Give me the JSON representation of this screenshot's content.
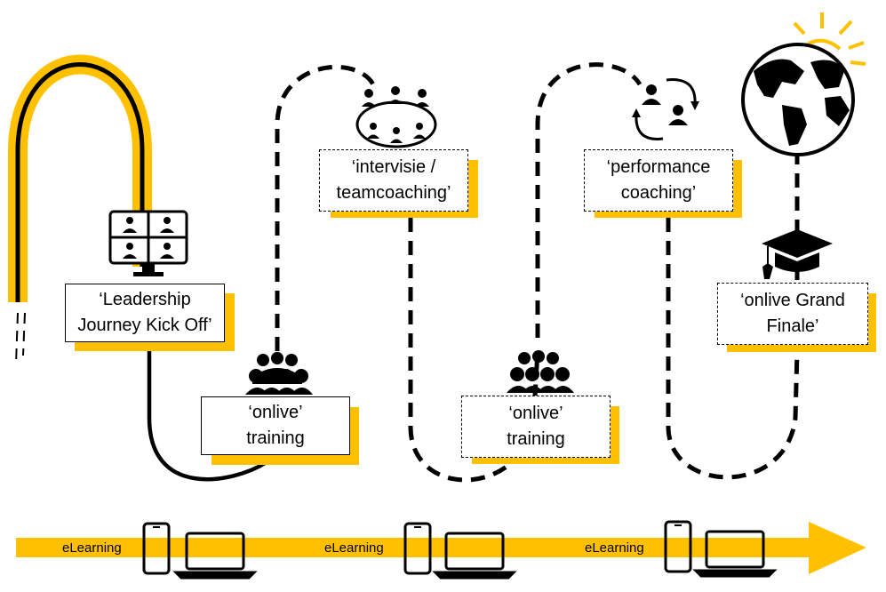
{
  "colors": {
    "accent": "#FFC000",
    "line": "#000000",
    "background": "#ffffff"
  },
  "stages": [
    {
      "id": "kickoff",
      "label": "‘Leadership\nJourney Kick Off’",
      "icon": "video-call-grid-icon",
      "border": "solid"
    },
    {
      "id": "training1",
      "label": "‘onlive’\ntraining",
      "icon": "group-people-icon",
      "border": "solid"
    },
    {
      "id": "intervisie",
      "label": "‘intervisie /\nteamcoaching’",
      "icon": "team-circle-icon",
      "border": "dashed"
    },
    {
      "id": "training2",
      "label": "‘onlive’\ntraining",
      "icon": "group-people-icon",
      "border": "dashed"
    },
    {
      "id": "performance",
      "label": "‘performance\ncoaching’",
      "icon": "coaching-exchange-icon",
      "border": "dashed"
    },
    {
      "id": "finale",
      "label": "‘onlive Grand\nFinale’",
      "icon": "graduation-cap-icon",
      "border": "dashed"
    }
  ],
  "elearning": {
    "labels": [
      "eLearning",
      "eLearning",
      "eLearning"
    ],
    "icons": [
      "smartphone-icon",
      "laptop-icon"
    ]
  },
  "destination_icon": "globe-sun-icon"
}
